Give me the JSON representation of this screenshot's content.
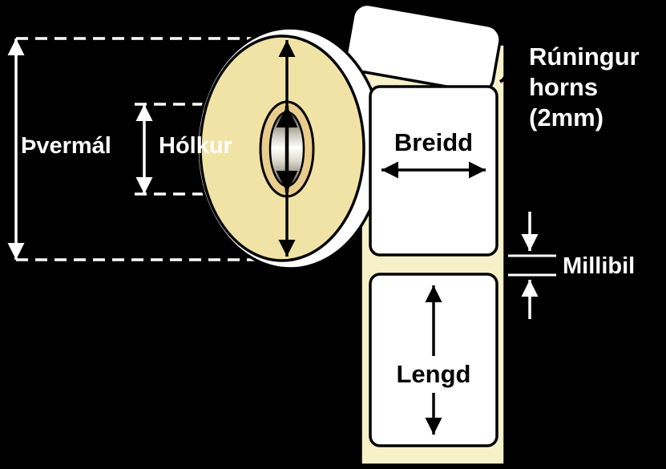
{
  "labels": {
    "diameter": "Þvermál",
    "core": "Hólkur",
    "width": "Breidd",
    "length": "Lengd",
    "gap": "Millibil",
    "corner_note": {
      "line1": "Rúningur",
      "line2": "horns",
      "line3": "(2mm)"
    }
  },
  "colors": {
    "background": "#000000",
    "roll_face": "#F1E3A6",
    "liner_strip": "#F7F1C9",
    "core_ring": "#E9CD8D",
    "label_fill": "#FFFFFF",
    "outline": "#000000",
    "annotation_text": "#FFFFFF",
    "label_text": "#000000"
  }
}
